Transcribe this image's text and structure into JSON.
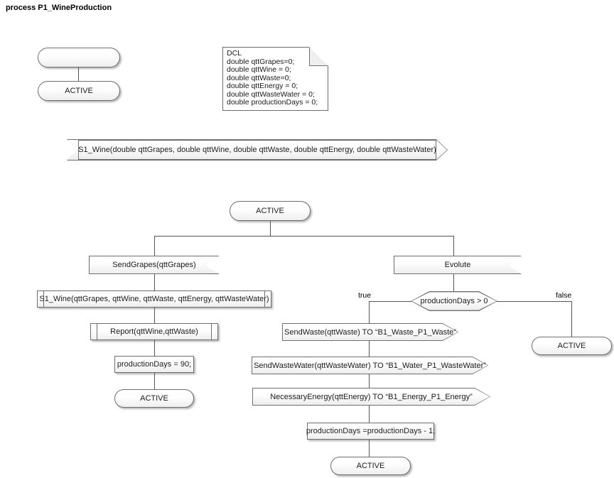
{
  "diagram": {
    "title": "process P1_WineProduction",
    "background": "#ffffff",
    "line_color": "#555555",
    "border_color": "#6e6e6e"
  },
  "declaration": {
    "keyword": "DCL",
    "lines": [
      "double qttGrapes=0;",
      "double qttWine = 0;",
      "double qttWaste=0;",
      "double qttEnergy = 0;",
      "double qttWasteWater = 0;",
      "double productionDays = 0;"
    ],
    "text": "DCL\ndouble qttGrapes=0;\ndouble qttWine = 0;\ndouble qttWaste=0;\ndouble qttEnergy = 0;\ndouble qttWasteWater = 0;\ndouble productionDays = 0;"
  },
  "start": {
    "label": "",
    "next_state": "ACTIVE"
  },
  "signal_declaration": {
    "label": "S1_Wine(double qttGrapes, double qttWine, double qttWaste, double qttEnergy, double qttWasteWater)"
  },
  "main_state": {
    "label": "ACTIVE"
  },
  "left_branch": {
    "input": "SendGrapes(qttGrapes)",
    "procedure_1": "S1_Wine(qttGrapes, qttWine, qttWaste, qttEnergy, qttWasteWater)",
    "procedure_2": "Report(qttWine,qttWaste)",
    "task": "productionDays = 90;",
    "end_state": "ACTIVE"
  },
  "right_branch": {
    "input": "Evolute",
    "decision": "productionDays > 0",
    "label_true": "true",
    "label_false": "false",
    "false_state": "ACTIVE",
    "outputs": [
      "SendWaste(qttWaste) TO “B1_Waste_P1_Waste”",
      "SendWasteWater(qttWasteWater) TO “B1_Water_P1_WasteWater”",
      "NecessaryEnergy(qttEnergy) TO “B1_Energy_P1_Energy”"
    ],
    "task": "productionDays =productionDays - 1;",
    "end_state": "ACTIVE"
  }
}
